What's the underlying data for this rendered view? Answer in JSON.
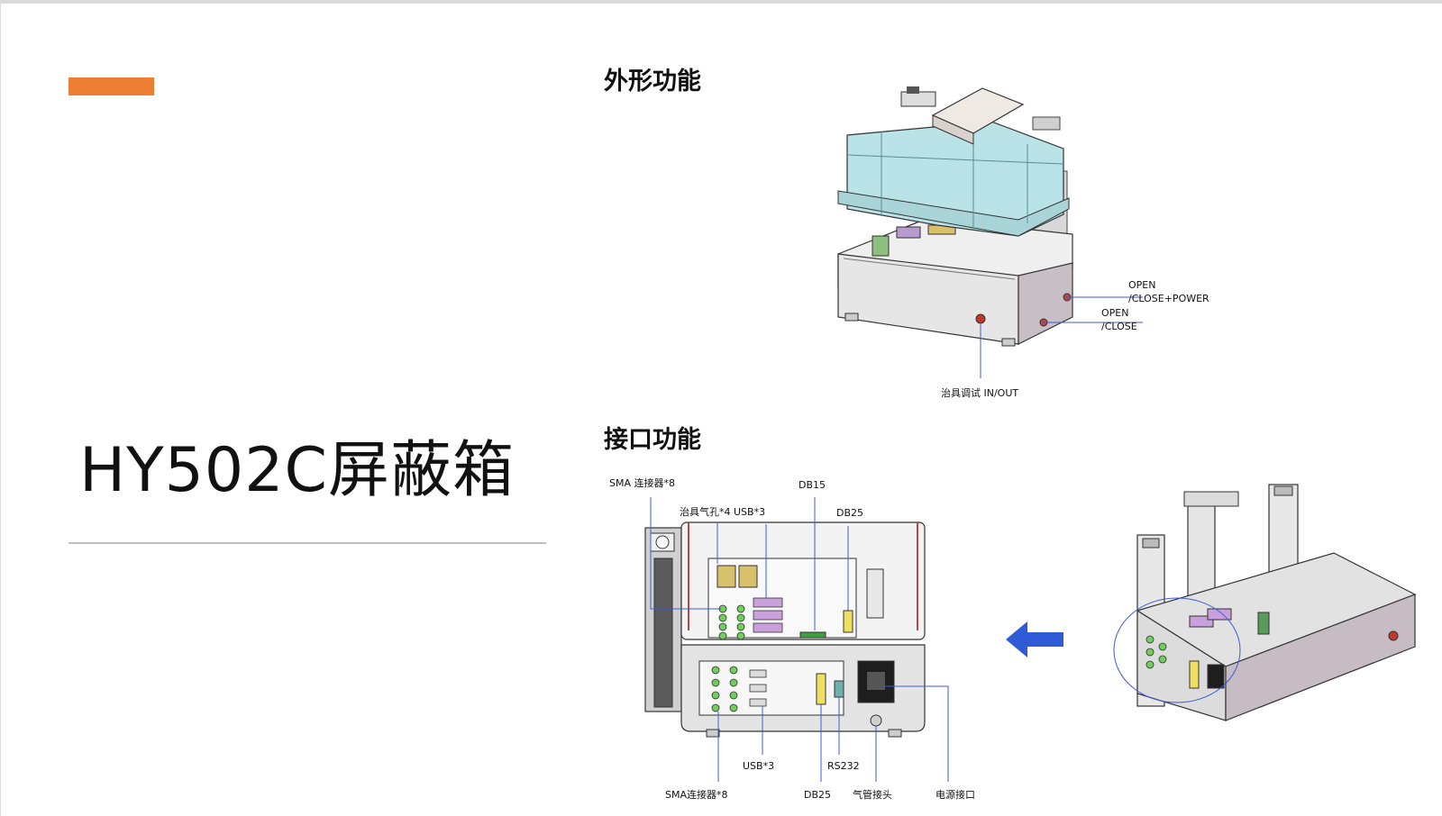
{
  "slide": {
    "title": "HY502C屏蔽箱",
    "accent_color": "#ED7D31"
  },
  "appearance": {
    "heading": "外形功能",
    "labels": {
      "open_close_power_1": "OPEN",
      "open_close_power_2": "/CLOSE+POWER",
      "open_close_1": "OPEN",
      "open_close_2": "/CLOSE",
      "fixture_debug": "治具调试 IN/OUT"
    }
  },
  "interface": {
    "heading": "接口功能",
    "labels": {
      "sma_top": "SMA 连接器*8",
      "air_usb_top": "治具气孔*4 USB*3",
      "db15": "DB15",
      "db25_top": "DB25",
      "usb_bottom": "USB*3",
      "rs232": "RS232",
      "sma_bottom": "SMA连接器*8",
      "db25_bottom": "DB25",
      "air_connector": "气管接头",
      "power_connector": "电源接口"
    }
  },
  "colors": {
    "lid_teal": "#b9e3e6",
    "body_gray": "#e6e6e6",
    "arrow_blue": "#2f5bd6",
    "leader_blue": "#3b5bdb",
    "sma_green": "#6fcf5a",
    "usb_purple": "#c9a0dc",
    "db_yellow": "#f0e060"
  }
}
